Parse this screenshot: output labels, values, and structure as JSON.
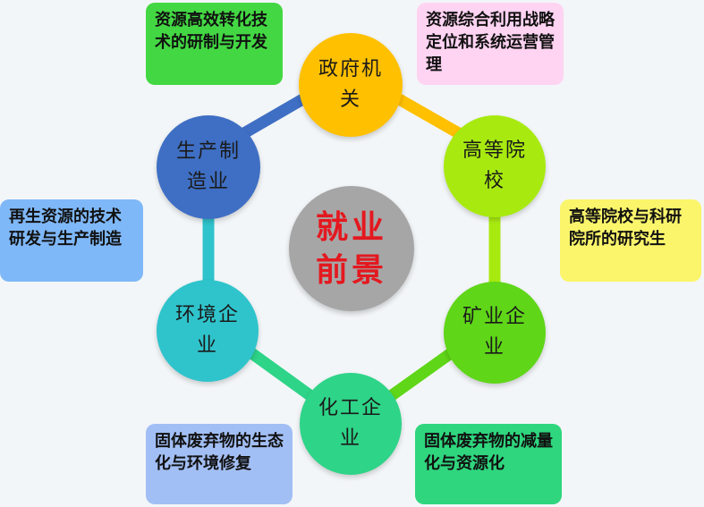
{
  "center": {
    "label": "就业前景",
    "color": "#a6a6a6",
    "text_color": "#e4181f"
  },
  "nodes": [
    {
      "id": "government",
      "label": "政府机关",
      "color": "#ffc000"
    },
    {
      "id": "university",
      "label": "高等院校",
      "color": "#a8ea10"
    },
    {
      "id": "mining",
      "label": "矿业企业",
      "color": "#5fd618"
    },
    {
      "id": "chemical",
      "label": "化工企业",
      "color": "#2ed488"
    },
    {
      "id": "environment",
      "label": "环境企业",
      "color": "#2fc4cc"
    },
    {
      "id": "manufacturing",
      "label": "生产制造业",
      "color": "#3f6fc4"
    }
  ],
  "boxes": [
    {
      "id": "resource-tech",
      "text": "资源高效转化技术的研制与开发",
      "color": "#43d843"
    },
    {
      "id": "resource-strategy",
      "text": "资源综合利用战略定位和系统运营管理",
      "color": "#ffd3f2"
    },
    {
      "id": "research",
      "text": "高等院校与科研院所的研究生",
      "color": "#fbf56b"
    },
    {
      "id": "waste-reduction",
      "text": "固体废弃物的减量化与资源化",
      "color": "#2fd67e"
    },
    {
      "id": "waste-eco",
      "text": "固体废弃物的生态化与环境修复",
      "color": "#a2bff5"
    },
    {
      "id": "recycling",
      "text": "再生资源的技术研发与生产制造",
      "color": "#7fb8f8"
    }
  ]
}
